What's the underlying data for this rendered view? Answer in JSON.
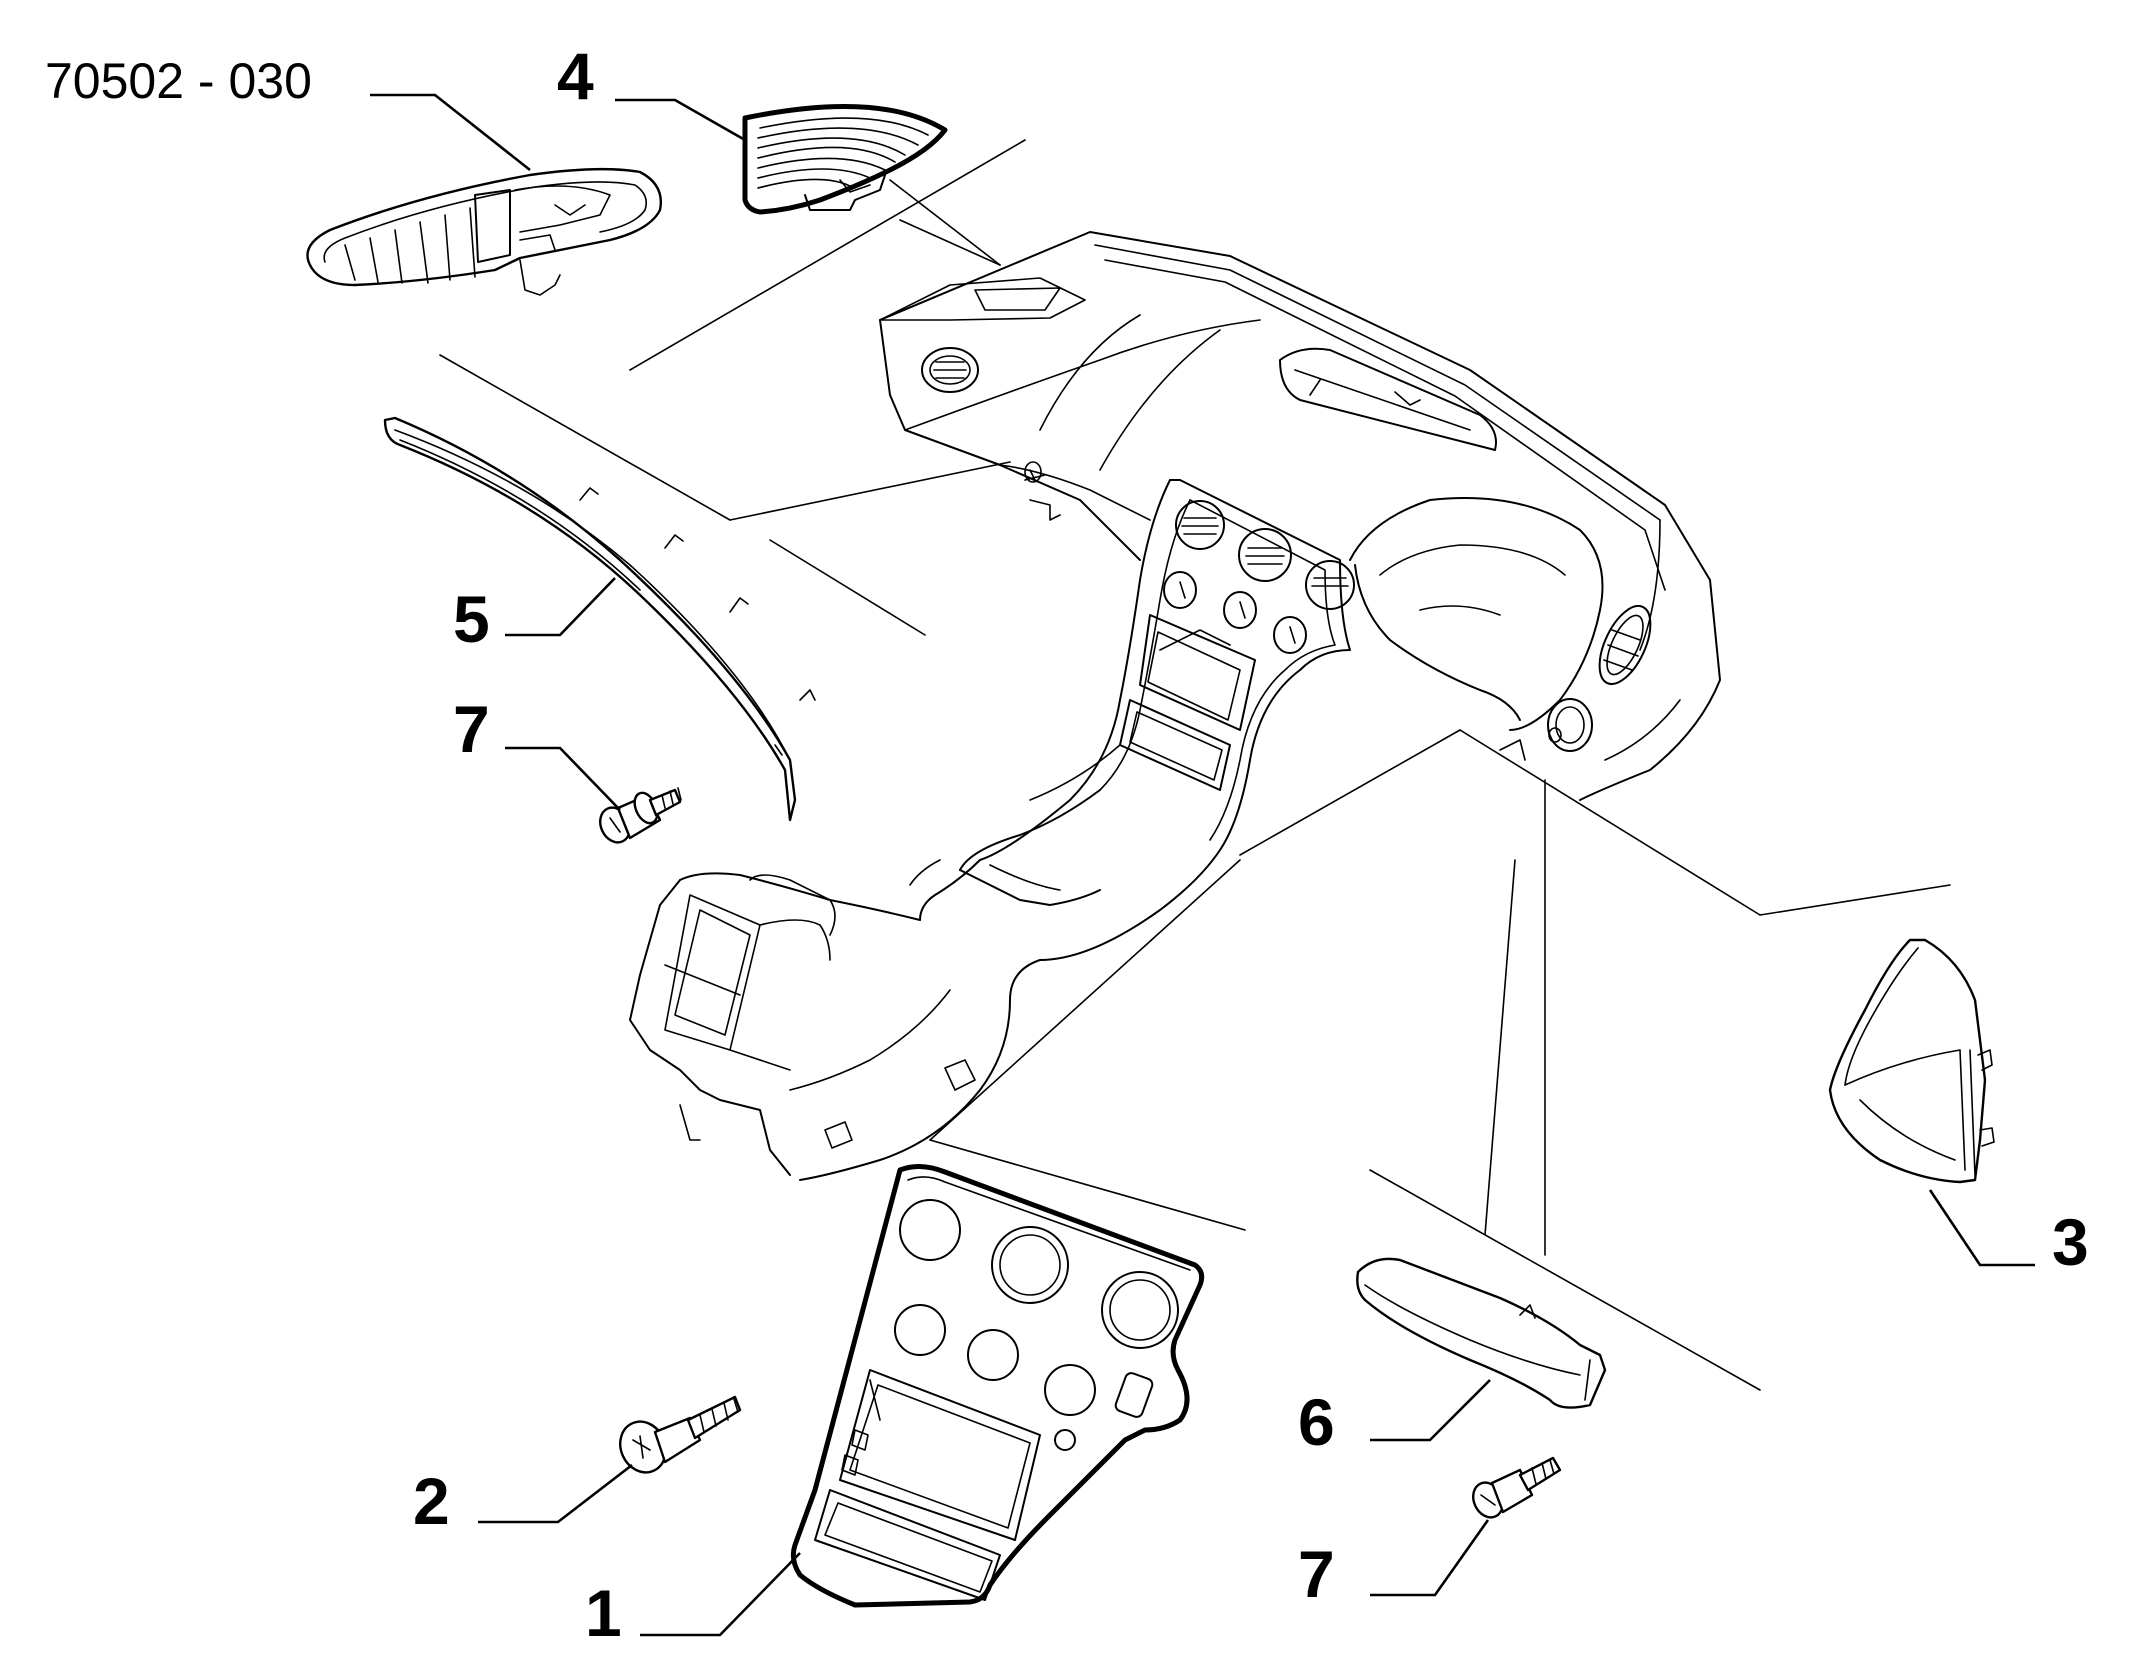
{
  "diagram_code": "70502 - 030",
  "callouts": [
    {
      "id": "1",
      "label": "1"
    },
    {
      "id": "2",
      "label": "2"
    },
    {
      "id": "3",
      "label": "3"
    },
    {
      "id": "4",
      "label": "4"
    },
    {
      "id": "5",
      "label": "5"
    },
    {
      "id": "6",
      "label": "6"
    },
    {
      "id": "7a",
      "label": "7"
    },
    {
      "id": "7b",
      "label": "7"
    }
  ]
}
